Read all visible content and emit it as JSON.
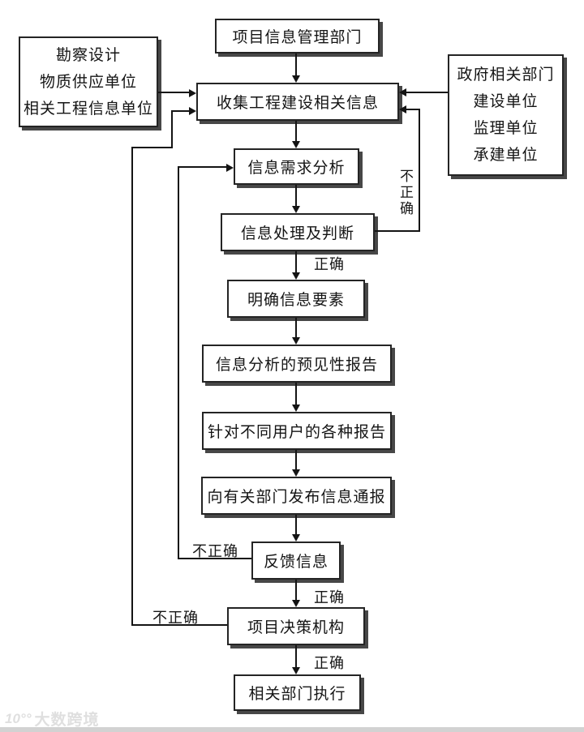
{
  "nodes": {
    "top": {
      "label": "项目信息管理部门"
    },
    "left_sources": {
      "lines": [
        "勘察设计",
        "物质供应单位",
        "相关工程信息单位"
      ]
    },
    "right_sources": {
      "lines": [
        "政府相关部门",
        "建设单位",
        "监理单位",
        "承建单位"
      ]
    },
    "collect": {
      "label": "收集工程建设相关信息"
    },
    "need": {
      "label": "信息需求分析"
    },
    "process": {
      "label": "信息处理及判断"
    },
    "clarify": {
      "label": "明确信息要素"
    },
    "forecast": {
      "label": "信息分析的预见性报告"
    },
    "reports": {
      "label": "针对不同用户的各种报告"
    },
    "publish": {
      "label": "向有关部门发布信息通报"
    },
    "feedback": {
      "label": "反馈信息"
    },
    "decision": {
      "label": "项目决策机构"
    },
    "execute": {
      "label": "相关部门执行"
    }
  },
  "edge_labels": {
    "correct_after_process": "正确",
    "correct_after_feedback": "正确",
    "correct_after_decision": "正确",
    "incorrect_process_loop": "不正确",
    "incorrect_feedback_loop": "不正确",
    "incorrect_decision_loop": "不正确"
  },
  "watermark": {
    "logo": "10°°",
    "text": "大数跨境"
  },
  "colors": {
    "background": "#ffffff",
    "line": "#141414",
    "box_border": "#242424",
    "box_shadow": "#474747",
    "watermark": "#dfdfdf"
  }
}
